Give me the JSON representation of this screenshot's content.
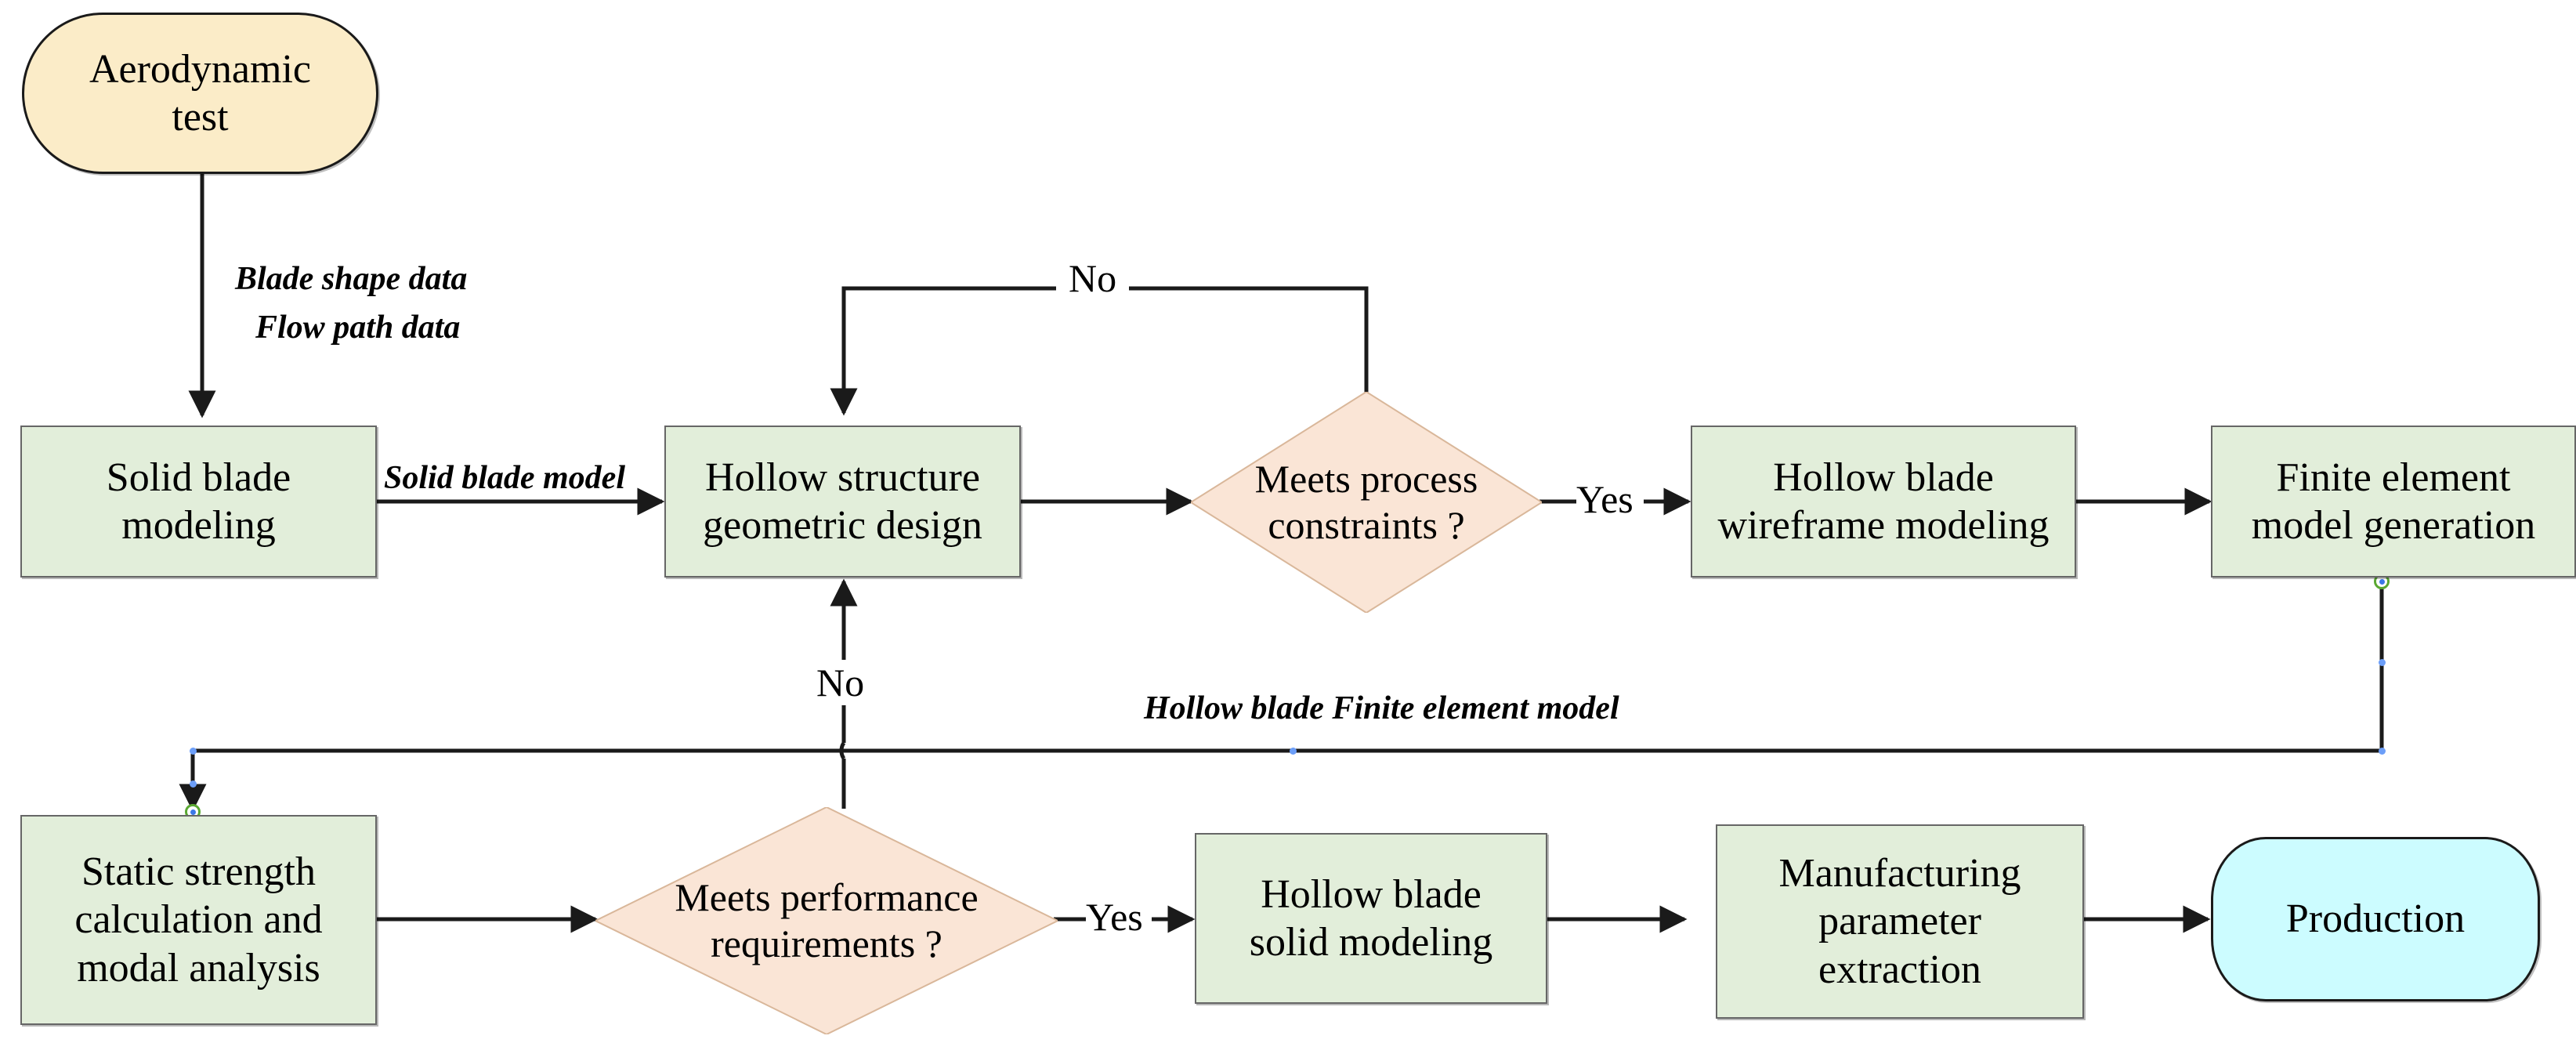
{
  "diagram": {
    "title": "Hollow blade design and manufacturing process flowchart",
    "background": "#ffffff",
    "colors": {
      "process_fill": "#e2eeda",
      "process_stroke": "#666666",
      "decision_fill": "#fae5d6",
      "decision_stroke": "#d9b79a",
      "start_fill": "#fbecc8",
      "end_fill": "#ccfcff",
      "terminal_stroke": "#1a1a1a",
      "edge_stroke": "#1a1a1a",
      "handle_blue": "#6c9ef8",
      "handle_green": "#5aa832"
    }
  },
  "nodes": {
    "aerodynamic_test": {
      "label": "Aerodynamic\ntest",
      "shape": "terminal"
    },
    "solid_blade_modeling": {
      "label": "Solid blade\nmodeling",
      "shape": "process"
    },
    "hollow_structure_design": {
      "label": "Hollow structure\ngeometric design",
      "shape": "process"
    },
    "meets_process_constraints": {
      "label": "Meets process\nconstraints ?",
      "shape": "decision"
    },
    "hollow_blade_wireframe": {
      "label": "Hollow blade\nwireframe modeling",
      "shape": "process"
    },
    "finite_element_model": {
      "label": "Finite element\nmodel generation",
      "shape": "process"
    },
    "static_strength": {
      "label": "Static strength\ncalculation and\nmodal analysis",
      "shape": "process"
    },
    "meets_performance": {
      "label": "Meets performance\nrequirements ?",
      "shape": "decision"
    },
    "hollow_blade_solid": {
      "label": "Hollow blade\nsolid modeling",
      "shape": "process"
    },
    "manufacturing_parameter": {
      "label": "Manufacturing\nparameter\nextraction",
      "shape": "process"
    },
    "production": {
      "label": "Production",
      "shape": "terminal"
    }
  },
  "edge_labels": {
    "blade_shape_data": "Blade shape data",
    "flow_path_data": "Flow path data",
    "solid_blade_model": "Solid blade model",
    "no_process": "No",
    "yes_process": "Yes",
    "hollow_blade_fe_model": "Hollow blade Finite element model",
    "no_performance": "No",
    "yes_performance": "Yes"
  },
  "edges": [
    {
      "from": "aerodynamic_test",
      "to": "solid_blade_modeling",
      "label": "Blade shape data / Flow path data"
    },
    {
      "from": "solid_blade_modeling",
      "to": "hollow_structure_design",
      "label": "Solid blade model"
    },
    {
      "from": "hollow_structure_design",
      "to": "meets_process_constraints",
      "label": ""
    },
    {
      "from": "meets_process_constraints",
      "to": "hollow_structure_design",
      "label": "No"
    },
    {
      "from": "meets_process_constraints",
      "to": "hollow_blade_wireframe",
      "label": "Yes"
    },
    {
      "from": "hollow_blade_wireframe",
      "to": "finite_element_model",
      "label": ""
    },
    {
      "from": "finite_element_model",
      "to": "static_strength",
      "label": "Hollow blade Finite element model",
      "selected": true
    },
    {
      "from": "static_strength",
      "to": "meets_performance",
      "label": ""
    },
    {
      "from": "meets_performance",
      "to": "hollow_structure_design",
      "label": "No"
    },
    {
      "from": "meets_performance",
      "to": "hollow_blade_solid",
      "label": "Yes"
    },
    {
      "from": "hollow_blade_solid",
      "to": "manufacturing_parameter",
      "label": ""
    },
    {
      "from": "manufacturing_parameter",
      "to": "production",
      "label": ""
    }
  ]
}
